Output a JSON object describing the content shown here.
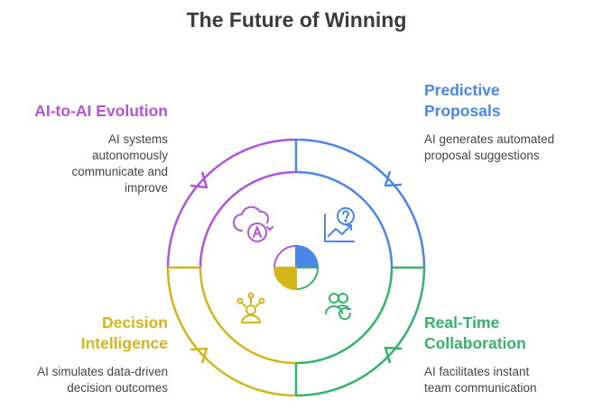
{
  "title": "The Future of Winning",
  "quadrants": {
    "top_left": {
      "heading_lines": [
        "AI-to-AI Evolution"
      ],
      "desc_lines": [
        "AI systems",
        "autonomously",
        "communicate and",
        "improve"
      ],
      "color": "#b354d9",
      "icon": "ai-cloud-refresh-icon"
    },
    "top_right": {
      "heading_lines": [
        "Predictive",
        "Proposals"
      ],
      "desc_lines": [
        "AI generates automated",
        "proposal suggestions"
      ],
      "color": "#4b86e6",
      "icon": "chart-question-icon"
    },
    "bottom_left": {
      "heading_lines": [
        "Decision",
        "Intelligence"
      ],
      "desc_lines": [
        "AI simulates data-driven",
        "decision outcomes"
      ],
      "color": "#d4b51a",
      "icon": "person-ideas-icon"
    },
    "bottom_right": {
      "heading_lines": [
        "Real-Time",
        "Collaboration"
      ],
      "desc_lines": [
        "AI facilitates instant",
        "team communication"
      ],
      "color": "#33b36b",
      "icon": "team-sync-icon"
    }
  }
}
